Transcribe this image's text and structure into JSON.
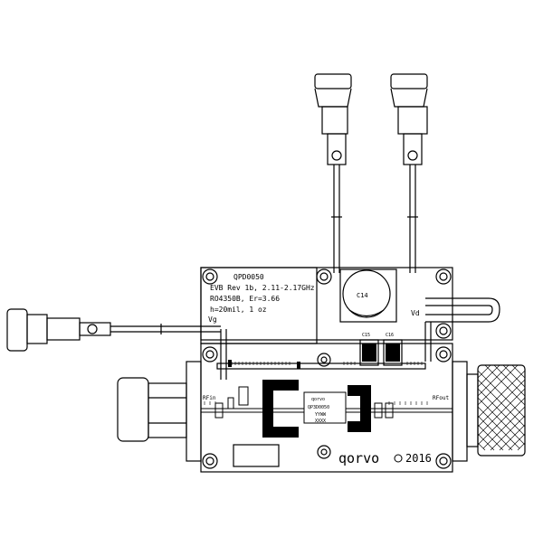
{
  "board": {
    "part_number": "QPD0050",
    "revision_line": "EVB Rev 1b, 2.11-2.17GHz",
    "material_line": "RO4350B, Er=3.66",
    "thickness_line": "h=20mil, 1 oz",
    "vg_label": "Vg",
    "vd_label": "Vd",
    "rf_in_label": "RFin",
    "rf_out_label": "RFout",
    "capacitor_label": "C14",
    "logo_text": "qorvo",
    "year": "2016",
    "chip_brand": "qorvo",
    "chip_part": "QP3D0050",
    "chip_code_1": "YYWW",
    "chip_code_2": "XXXX",
    "c15_label": "C15",
    "c16_label": "C16"
  }
}
